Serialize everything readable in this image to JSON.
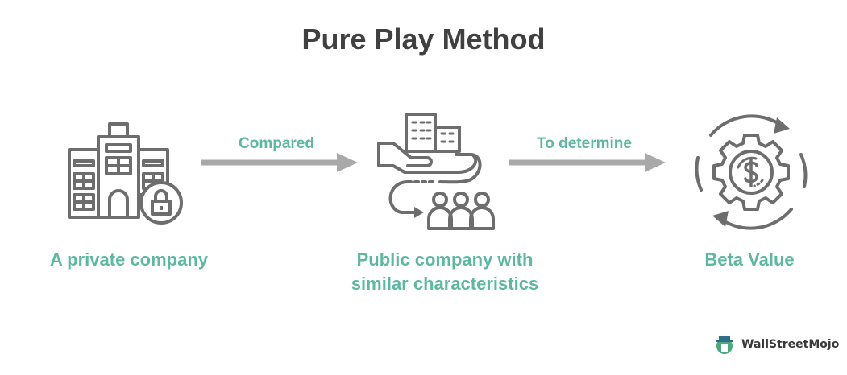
{
  "title": "Pure Play Method",
  "steps": [
    {
      "label": "A private company",
      "icon": "building-lock-icon"
    },
    {
      "label": "Public company with similar characteristics",
      "label_line1": "Public company with",
      "label_line2": "similar characteristics",
      "icon": "buildings-people-icon"
    },
    {
      "label": "Beta Value",
      "icon": "dollar-gear-icon"
    }
  ],
  "arrows": [
    {
      "label": "Compared"
    },
    {
      "label": "To determine"
    }
  ],
  "brand": {
    "name": "WallStreetMojo",
    "icon": "mojo-logo-icon"
  },
  "colors": {
    "accent": "#5cb8a0",
    "icon": "#6d6d6d",
    "arrow": "#a9a9a9",
    "title": "#404040"
  }
}
